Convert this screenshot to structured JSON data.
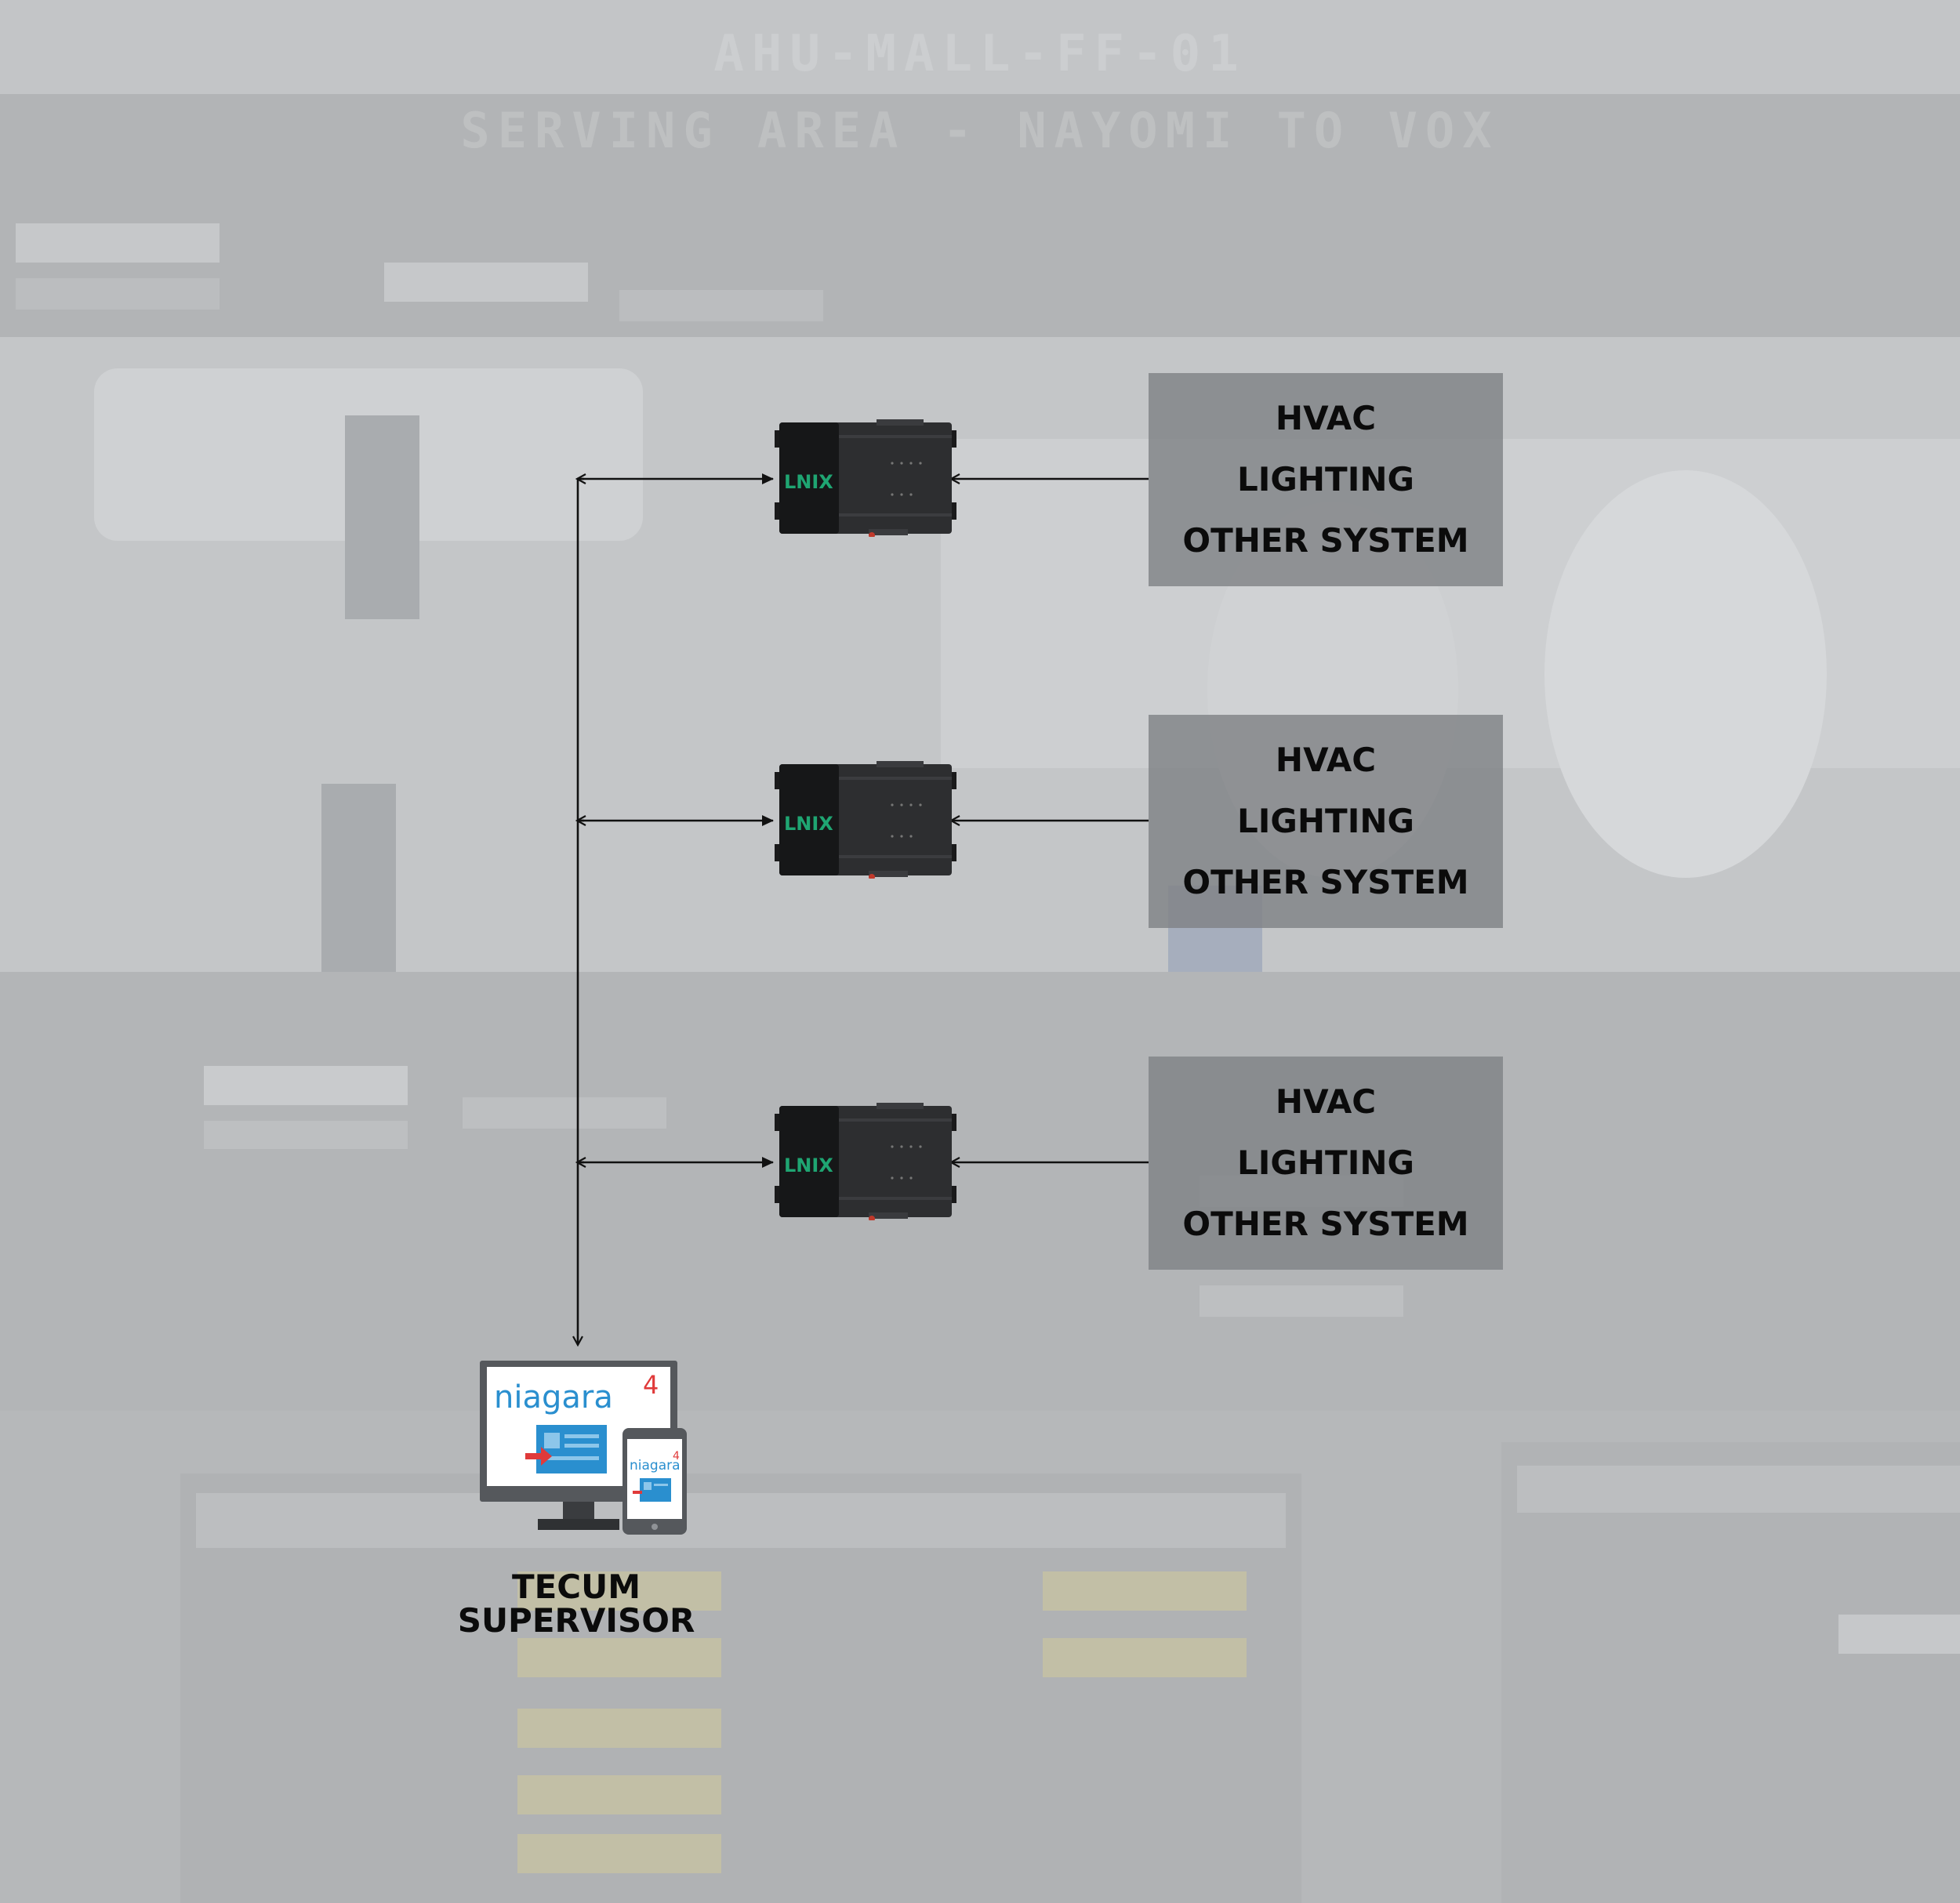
{
  "background": {
    "title_line1": "AHU-MALL-FF-01",
    "title_line2": "SERVING AREA - NAYOMI TO VOX"
  },
  "controllers": [
    {
      "brand": "LNIX"
    },
    {
      "brand": "LNIX"
    },
    {
      "brand": "LNIX"
    }
  ],
  "system_groups": [
    {
      "lines": [
        "HVAC",
        "LIGHTING",
        "OTHER SYSTEM"
      ]
    },
    {
      "lines": [
        "HVAC",
        "LIGHTING",
        "OTHER SYSTEM"
      ]
    },
    {
      "lines": [
        "HVAC",
        "LIGHTING",
        "OTHER SYSTEM"
      ]
    }
  ],
  "supervisor": {
    "software": "niagara",
    "software_version": "4",
    "label_line1": "TECUM",
    "label_line2": "SUPERVISOR"
  },
  "colors": {
    "box_fill": "#7f8285",
    "line": "#111111",
    "controller_body": "#2a2b2d",
    "brand_green": "#1fa572",
    "niagara_blue": "#2a8fcf",
    "niagara_red": "#e03a3a"
  }
}
